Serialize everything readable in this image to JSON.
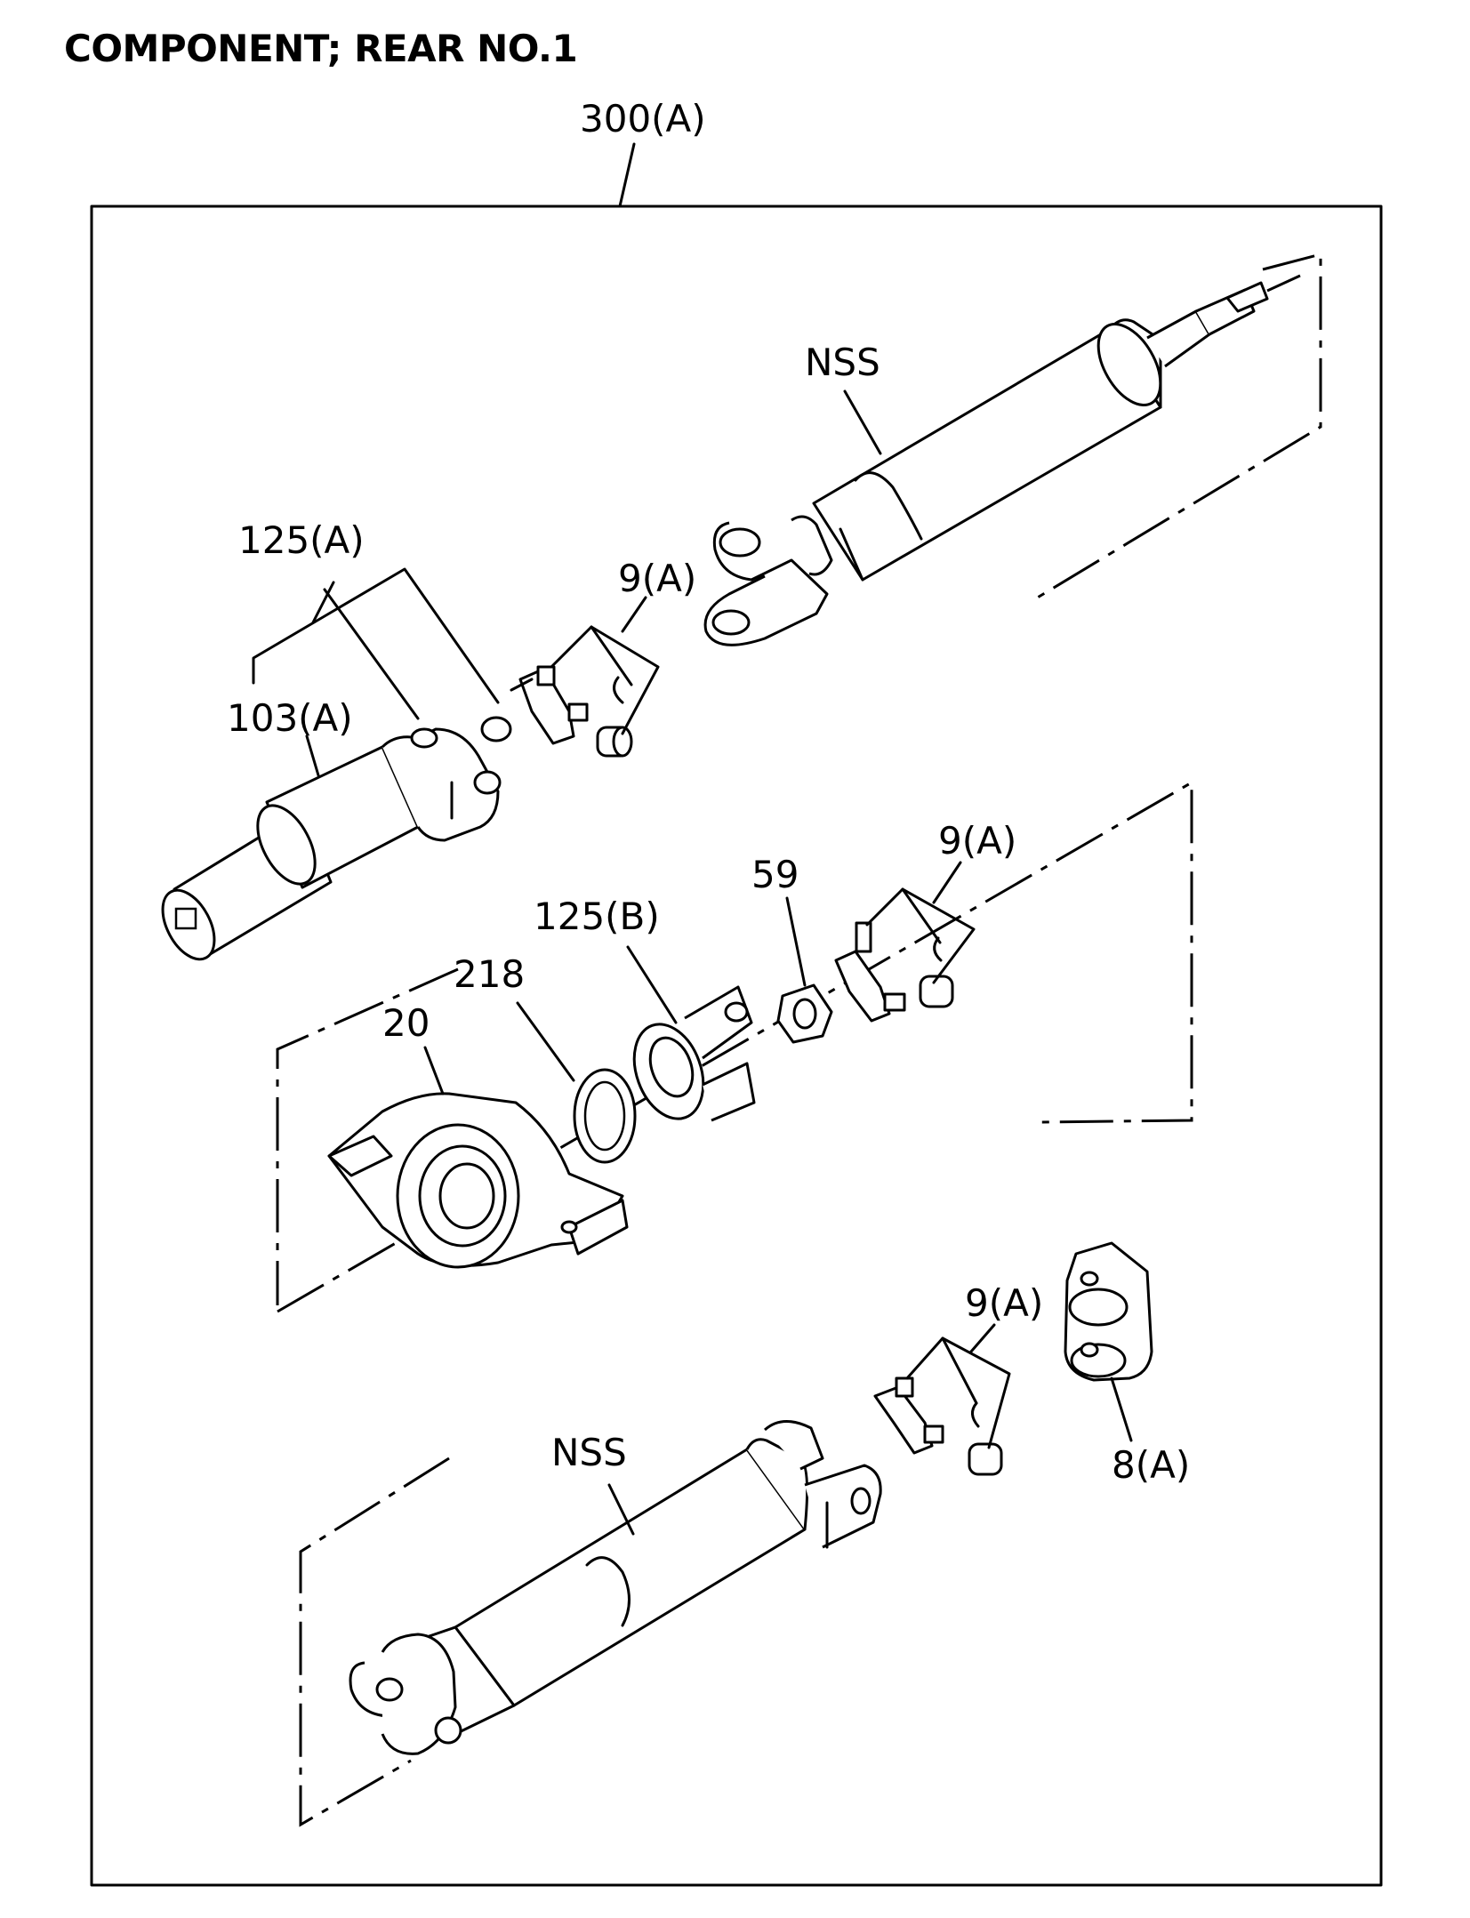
{
  "title": "COMPONENT; REAR NO.1",
  "labels": {
    "assembly": "300(A)",
    "nss_top": "NSS",
    "yoke_125a": "125(A)",
    "joint_9a_top": "9(A)",
    "sleeve_103a": "103(A)",
    "joint_9a_middle": "9(A)",
    "nut_59": "59",
    "yoke_125b": "125(B)",
    "washer_218": "218",
    "bearing_20": "20",
    "joint_9a_bottom": "9(A)",
    "nss_bottom": "NSS",
    "flange_8a": "8(A)"
  }
}
